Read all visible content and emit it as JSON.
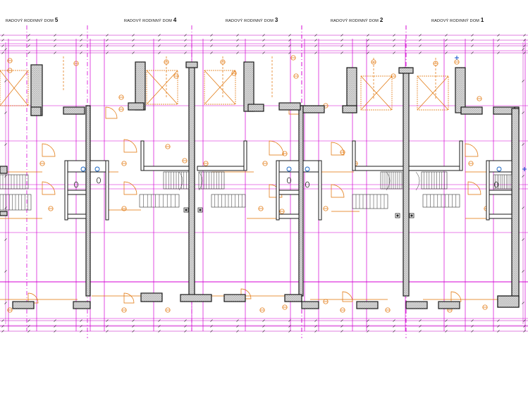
{
  "drawing": {
    "houses": [
      {
        "label": "RADOVÝ RODINNÝ DOM",
        "number": "5"
      },
      {
        "label": "RADOVÝ RODINNÝ DOM",
        "number": "4"
      },
      {
        "label": "RADOVÝ RODINNÝ DOM",
        "number": "3"
      },
      {
        "label": "RADOVÝ RODINNÝ DOM",
        "number": "2"
      },
      {
        "label": "RADOVÝ RODINNÝ DOM",
        "number": "1"
      }
    ],
    "colors": {
      "wall": "#1a1a1a",
      "hatch": "#9a9a9a",
      "grid": "#d400d4",
      "fixtures": "#e07000",
      "dims": "#c000c0",
      "sanitary": "#1060c0"
    }
  }
}
